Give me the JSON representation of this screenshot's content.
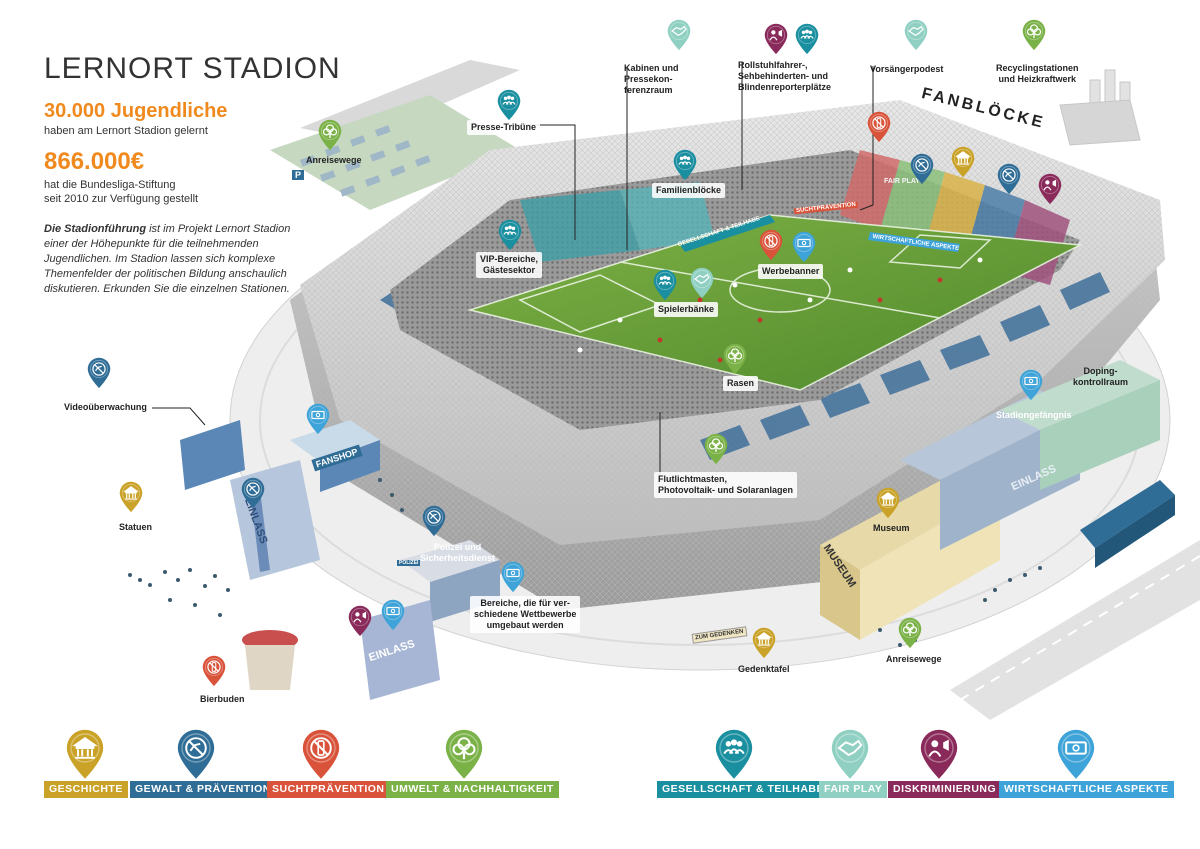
{
  "page": {
    "title": "LERNORT STADION",
    "stat1_value": "30.000 Jugendliche",
    "stat1_text": "haben am Lernort Stadion gelernt",
    "stat2_value": "866.000€",
    "stat2_text_line1": "hat die Bundesliga-Stiftung",
    "stat2_text_line2": "seit 2010 zur Verfügung gestellt",
    "intro_bold": "Die Stadionführung",
    "intro_rest": " ist im Projekt Lernort Stadion einer der Höhepunkte für die teilnehmenden Jugendlichen. Im Stadion lassen sich komplexe Themenfelder der politischen Bildung anschaulich diskutieren. Erkunden Sie die einzelnen Stationen."
  },
  "colors": {
    "geschichte": "#c9a227",
    "gewalt": "#2f6d96",
    "sucht": "#d9533a",
    "umwelt": "#7bb247",
    "gesellschaft": "#1a8fa0",
    "fairplay": "#8fd0c2",
    "diskriminierung": "#8a2a5a",
    "wirtschaft": "#3ea3d8"
  },
  "signs": {
    "fanbloecke": "FANBLÖCKE",
    "fanshop": "FANSHOP",
    "einlass": "EINLASS",
    "museum": "MUSEUM",
    "zum_gedenken": "ZUM GEDENKEN",
    "banner_gesellschaft": "GESELLSCHAFT & TEILHABE",
    "banner_wirtschaft": "WIRTSCHAFTLICHE ASPEKTE",
    "banner_fairplay": "FAIR PLAY",
    "banner_sucht": "SUCHTPRÄVENTION",
    "police_small": "POLIZEI",
    "parking": "P"
  },
  "labels": {
    "anreisewege_left": "Anreisewege",
    "presse_tribuene": "Presse-Tribüne",
    "kabinen_1": "Kabinen und",
    "kabinen_2": "Pressekon-",
    "kabinen_3": "ferenzraum",
    "rollstuhl_1": "Rollstuhlfahrer-,",
    "rollstuhl_2": "Sehbehinderten- und",
    "rollstuhl_3": "Blindenreporterplätze",
    "vorsaenger": "Vorsängerpodest",
    "recycling_1": "Recyclingstationen",
    "recycling_2": "und Heizkraftwerk",
    "familienbloecke": "Familienblöcke",
    "vip_1": "VIP-Bereiche,",
    "vip_2": "Gästesektor",
    "werbebanner": "Werbebanner",
    "spielerbaenke": "Spielerbänke",
    "rasen": "Rasen",
    "doping_1": "Doping-",
    "doping_2": "kontrollraum",
    "stadiongefaengnis": "Stadiongefängnis",
    "videoueberwachung": "Videoüberwachung",
    "flutlicht_1": "Flutlichtmasten,",
    "flutlicht_2": "Photovoltaik- und Solaranlagen",
    "statuen": "Statuen",
    "museum": "Museum",
    "polizei_1": "Polizei und",
    "polizei_2": "Sicherheitsdienst",
    "bereiche_1": "Bereiche, die für ver-",
    "bereiche_2": "schiedene Wettbewerbe",
    "bereiche_3": "umgebaut werden",
    "anreisewege_right": "Anreisewege",
    "gedenktafel": "Gedenktafel",
    "bierbuden": "Bierbuden"
  },
  "legend": [
    {
      "key": "geschichte",
      "label": "GESCHICHTE",
      "icon": "temple-icon"
    },
    {
      "key": "gewalt",
      "label": "GEWALT & PRÄVENTION",
      "icon": "no-violence-icon"
    },
    {
      "key": "sucht",
      "label": "SUCHTPRÄVENTION",
      "icon": "no-alcohol-icon"
    },
    {
      "key": "umwelt",
      "label": "UMWELT & NACHHALTIGKEIT",
      "icon": "tree-icon"
    },
    {
      "key": "gesellschaft",
      "label": "GESELLSCHAFT & TEILHABE",
      "icon": "people-icon"
    },
    {
      "key": "fairplay",
      "label": "FAIR PLAY",
      "icon": "handshake-icon"
    },
    {
      "key": "diskriminierung",
      "label": "DISKRIMINIERUNG",
      "icon": "speaker-icon"
    },
    {
      "key": "wirtschaft",
      "label": "WIRTSCHAFTLICHE ASPEKTE",
      "icon": "money-icon"
    }
  ]
}
